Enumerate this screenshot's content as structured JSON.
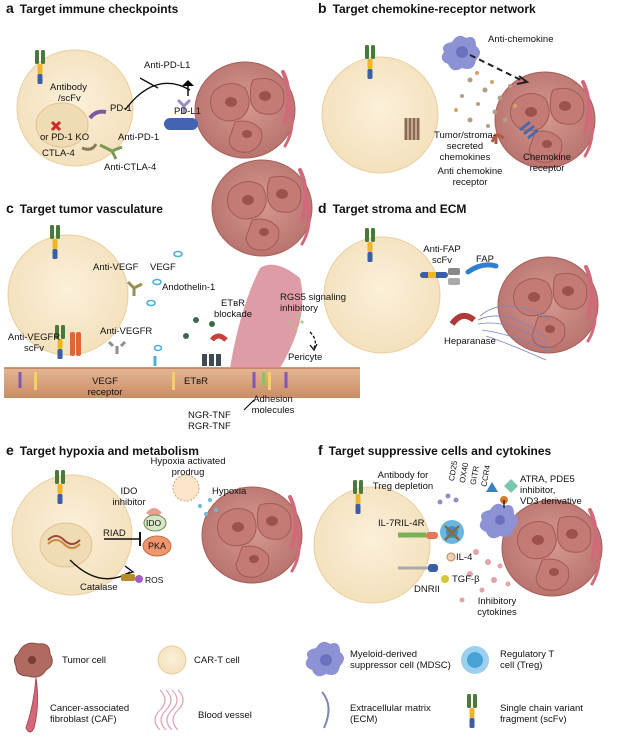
{
  "panels": {
    "a": {
      "letter": "a",
      "title": "Target immune checkpoints",
      "labels": {
        "antibody": "Antibody",
        "scfv": "/scFv",
        "pd1ko": "or PD-1 KO",
        "antipdl1": "Anti-PD-L1",
        "pd1": "PD-1",
        "pdl1": "PD-L1",
        "antipd1": "Anti-PD-1",
        "ctla4": "CTLA-4",
        "antictla4": "Anti-CTLA-4"
      }
    },
    "b": {
      "letter": "b",
      "title": "Target chemokine-receptor network",
      "labels": {
        "antichemokine": "Anti-chemokine",
        "tumor1": "Tumor/stroma-",
        "tumor2": "secreted",
        "tumor3": "chemokines",
        "antichemo1": "Anti chemokine",
        "antichemo2": "receptor",
        "chemorec1": "Chemokine",
        "chemorec2": "receptor"
      }
    },
    "c": {
      "letter": "c",
      "title": "Target tumor vasculature",
      "labels": {
        "antivegf": "Anti-VEGF",
        "vegf": "VEGF",
        "andothelin": "Andothelin-1",
        "etbr1": "ETʙR",
        "blockade": "blockade",
        "rgs1": "RGS5 signaling",
        "rgs2": "inhibitory",
        "antivegfr1": "Anti-VEGFR",
        "antivegfr2": "scFv",
        "antivegfr3": "Anti-VEGFR",
        "pericyte": "Pericyte",
        "vegfrec1": "VEGF",
        "vegfrec2": "receptor",
        "etbr2": "ETʙR",
        "adhesion1": "Adhesion",
        "adhesion2": "molecules",
        "ngr": "NGR-TNF",
        "rgr": "RGR-TNF"
      }
    },
    "d": {
      "letter": "d",
      "title": "Target stroma and ECM",
      "labels": {
        "antifap1": "Anti-FAP",
        "antifap2": "scFv",
        "fap": "FAP",
        "heparanase": "Heparanase"
      }
    },
    "e": {
      "letter": "e",
      "title": "Target hypoxia and metabolism",
      "labels": {
        "hap1": "Hypoxia activated",
        "hap2": "prodrug",
        "hypoxia": "Hypoxia",
        "ido1": "IDO",
        "ido2": "inhibitor",
        "ido": "IDO",
        "riad": "RIAD",
        "pka": "PKA",
        "catalase": "Catalase",
        "ros": "ROS"
      }
    },
    "f": {
      "letter": "f",
      "title": "Target suppressive cells and cytokines",
      "labels": {
        "treg1": "Antibody for",
        "treg2": "Treg depletion",
        "cd25": "CD25",
        "ox40": "OX40",
        "gitr": "GITR",
        "ccr4": "CCR4",
        "atra1": "ATRA, PDE5",
        "atra2": "inhibitor,",
        "atra3": "VD3 derivative",
        "il7r": "IL-7RIL-4R",
        "il4": "IL-4",
        "tgfb": "TGF-β",
        "dnrii": "DNRII",
        "inhib1": "Inhibitory",
        "inhib2": "cytokines"
      }
    }
  },
  "legend": {
    "tumor": "Tumor cell",
    "cart": "CAR-T cell",
    "mdsc1": "Myeloid-derived",
    "mdsc2": "suppressor cell (MDSC)",
    "treg1": "Regulatory T",
    "treg2": "cell (Treg)",
    "caf1": "Cancer-associated",
    "caf2": "fibroblast (CAF)",
    "vessel": "Blood vessel",
    "ecm1": "Extracellular matrix",
    "ecm2": "(ECM)",
    "scfv1": "Single chain variant",
    "scfv2": "fragment (scFv)"
  },
  "colors": {
    "cart": "#f7e7c8",
    "cart_stroke": "#e8cf9e",
    "tumor": "#c9827c",
    "tumor_dark": "#a65b57",
    "caf": "#d2697a",
    "vessel": "#d9a582",
    "mdsc": "#8d92d4",
    "treg": "#6bb6df",
    "scfv_green": "#4a7a3a",
    "scfv_blue": "#3a5fa5",
    "scfv_yellow": "#f0b429"
  }
}
